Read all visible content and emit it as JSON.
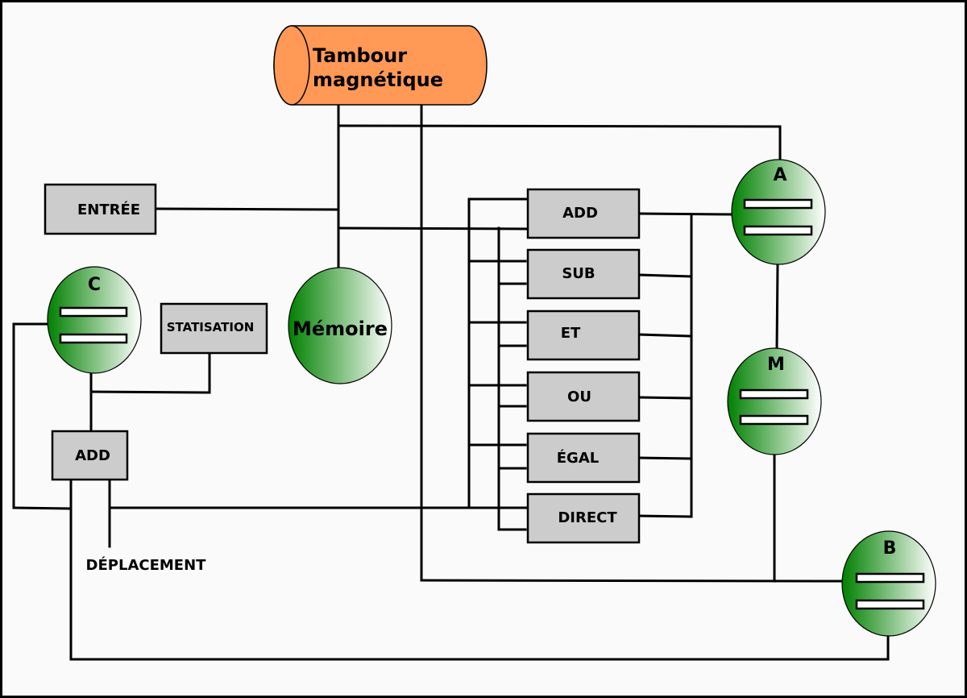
{
  "diagram": {
    "drum": {
      "line1": "Tambour",
      "line2": "magnétique"
    },
    "memory": {
      "label": "Mémoire"
    },
    "input": {
      "label": "ENTRÉE"
    },
    "statisation": {
      "label": "STATISATION"
    },
    "adder_c": {
      "label": "ADD"
    },
    "displacement": {
      "label": "DÉPLACEMENT"
    },
    "registers": {
      "a": "A",
      "m": "M",
      "b": "B",
      "c": "C"
    },
    "operations": [
      "ADD",
      "SUB",
      "ET",
      "OU",
      "ÉGAL",
      "DIRECT"
    ]
  },
  "colors": {
    "drum_fill": "#ff9955",
    "box_fill": "#cccccc",
    "register_dark": "#008000",
    "register_light": "#ffffff",
    "background": "#fafafa",
    "line": "#000000"
  }
}
